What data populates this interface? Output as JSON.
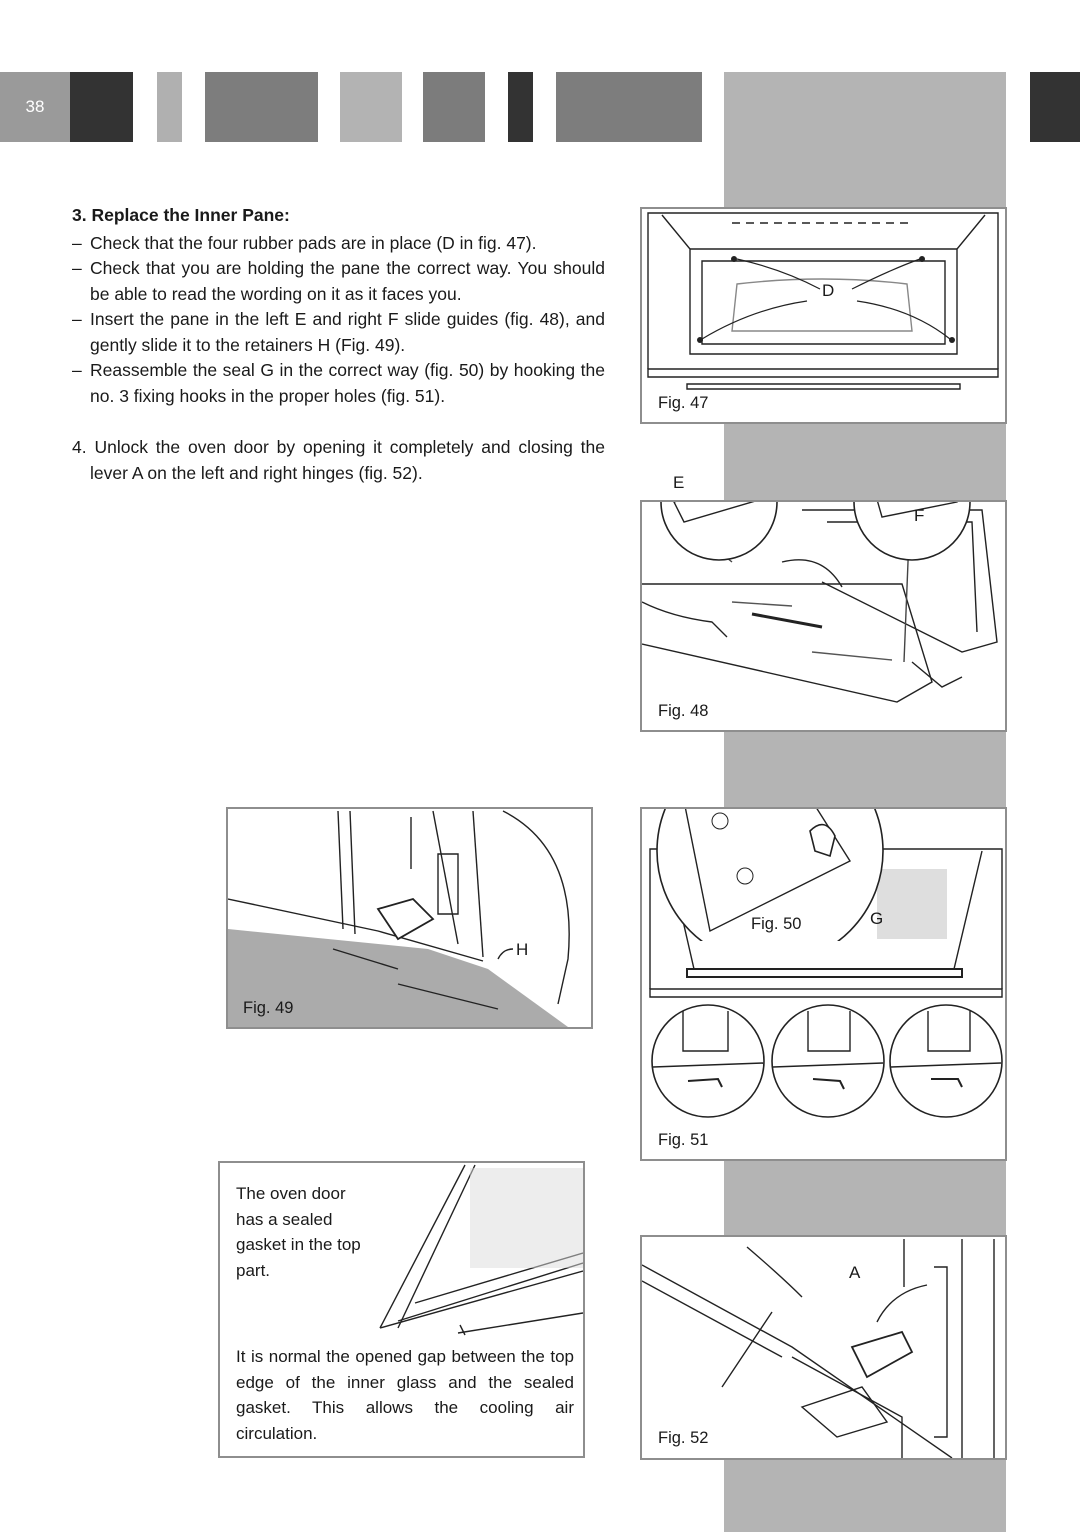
{
  "page_number": "38",
  "header_bars": [
    {
      "color": "#333333"
    },
    {
      "color": "#b0b0b0"
    },
    {
      "color": "#7d7d7d"
    },
    {
      "color": "#b3b3b3"
    },
    {
      "color": "#7c7c7c"
    },
    {
      "color": "#333333"
    },
    {
      "color": "#7d7d7d"
    },
    {
      "color": "#b8b8b8"
    },
    {
      "color": "#333333"
    }
  ],
  "section": {
    "heading": "3. Replace the Inner Pane:",
    "bullets": [
      {
        "dash": "–",
        "text": "Check that the four rubber pads are in place (D in fig. 47)."
      },
      {
        "dash": "–",
        "text": "Check that you are holding the pane the correct way. You should be able to read the wording on it as it faces you."
      },
      {
        "dash": "–",
        "text": "Insert the pane in the left E and right F slide guides (fig. 48), and gently slide it to the retainers H (Fig. 49)."
      },
      {
        "dash": "–",
        "text": "Reassemble the seal G in the correct way (fig. 50) by hooking the no. 3 fixing hooks in the proper holes (fig. 51)."
      }
    ],
    "step4": "4. Unlock the oven door by opening it completely and closing the lever A on the left and right hinges (fig. 52)."
  },
  "figures": {
    "fig47": {
      "label": "Fig. 47",
      "callout_d": "D"
    },
    "fig48": {
      "label": "Fig. 48",
      "callout_e": "E",
      "callout_f": "F"
    },
    "fig49": {
      "label": "Fig. 49",
      "callout_h": "H"
    },
    "fig50": {
      "label": "Fig. 50",
      "callout_g": "G"
    },
    "fig51": {
      "label": "Fig. 51"
    },
    "fig52": {
      "label": "Fig. 52",
      "callout_a": "A"
    }
  },
  "note": {
    "text1": "The oven door has a sealed gasket in the top part.",
    "text2": "It is normal the opened gap between the top edge of the inner glass and the sealed gasket. This allows the cooling air circulation."
  }
}
